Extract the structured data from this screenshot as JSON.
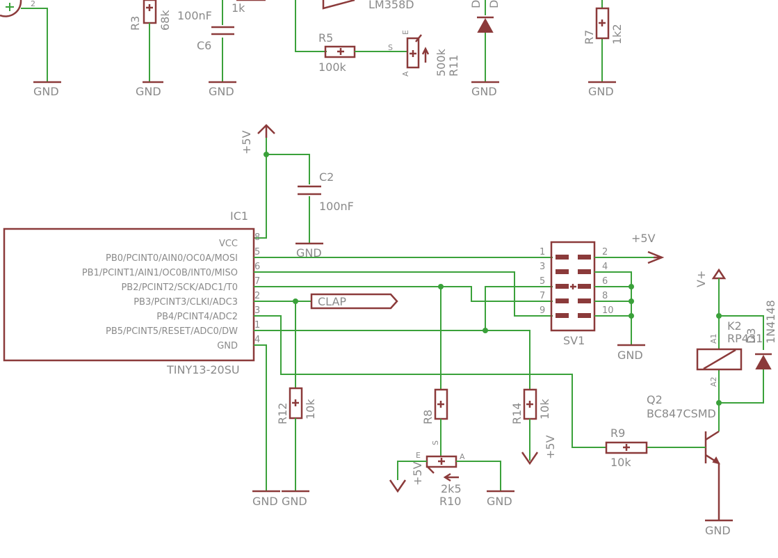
{
  "schematic": {
    "top_row": {
      "gnd_labels": [
        "GND",
        "GND",
        "GND",
        "GND",
        "GND"
      ],
      "r3": {
        "name": "R3",
        "value": "68k"
      },
      "c6": {
        "name": "C6",
        "value": "100nF"
      },
      "r_1k_value": "1k",
      "opamp": "LM358D",
      "r5": {
        "name": "R5",
        "value": "100k"
      },
      "r11": {
        "name": "R11",
        "value": "500k",
        "pin_s": "S",
        "pin_e": "E",
        "pin_a": "A"
      },
      "diode_text": "D",
      "r7": {
        "name": "R7",
        "value": "1k2"
      },
      "pin2": "2"
    },
    "supply": {
      "plus5v": "+5V",
      "c2": {
        "name": "C2",
        "value": "100nF"
      },
      "gnd": "GND"
    },
    "ic1": {
      "name": "IC1",
      "part": "TINY13-20SU",
      "pins": [
        {
          "label": "VCC",
          "num": "8"
        },
        {
          "label": "PB0/PCINT0/AIN0/OC0A/MOSI",
          "num": "5"
        },
        {
          "label": "PB1/PCINT1/AIN1/OC0B/INT0/MISO",
          "num": "6"
        },
        {
          "label": "PB2/PCINT2/SCK/ADC1/T0",
          "num": "7"
        },
        {
          "label": "PB3/PCINT3/CLKI/ADC3",
          "num": "2"
        },
        {
          "label": "PB4/PCINT4/ADC2",
          "num": "3"
        },
        {
          "label": "PB5/PCINT5/RESET/ADC0/DW",
          "num": "1"
        },
        {
          "label": "GND",
          "num": "4"
        }
      ]
    },
    "clap_label": "CLAP",
    "sv1": {
      "name": "SV1",
      "left_pins": [
        "1",
        "3",
        "5",
        "7",
        "9"
      ],
      "right_pins": [
        "2",
        "4",
        "6",
        "8",
        "10"
      ],
      "plus5v": "+5V",
      "gnd": "GND"
    },
    "relay": {
      "vplus": "V+",
      "k2": "K2",
      "k2_part": "RP431",
      "a1": "A1",
      "a2": "A2",
      "d3": "D3",
      "d3_part": "1N4148"
    },
    "q2": {
      "name": "Q2",
      "part": "BC847CSMD",
      "gnd": "GND"
    },
    "r9": {
      "name": "R9",
      "value": "10k"
    },
    "r12": {
      "name": "R12",
      "value": "10k"
    },
    "r8": {
      "name": "R8"
    },
    "r10": {
      "name": "R10",
      "value": "2k5",
      "pin_e": "E",
      "pin_s": "S",
      "pin_a": "A",
      "plus5v": "+5V"
    },
    "r14": {
      "name": "R14",
      "value": "10k",
      "plus5v": "+5V"
    },
    "bottom_gnd": [
      "GND",
      "GND",
      "GND"
    ]
  }
}
